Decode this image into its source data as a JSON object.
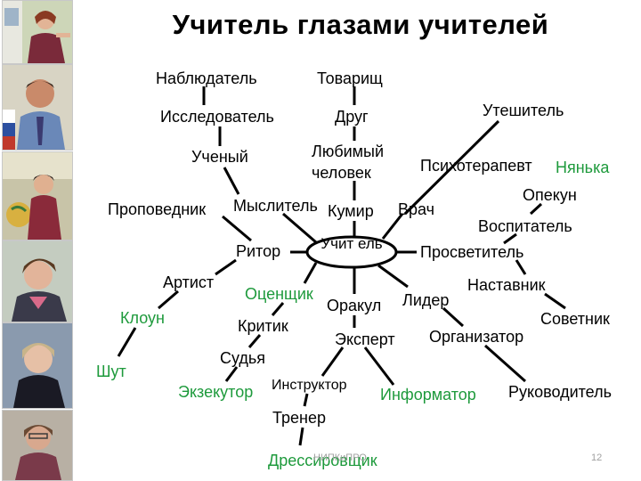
{
  "title": "Учитель глазами учителей",
  "center": "Учит ель",
  "footer": "НИПКиПРО",
  "page_number": "12",
  "colors": {
    "accent_green": "#1e9a3c",
    "line": "#000000"
  },
  "words": {
    "nablyudatel": "Наблюдатель",
    "issledovatel": "Исследователь",
    "ucheny": "Ученый",
    "propovednik": "Проповедник",
    "myslitel": "Мыслитель",
    "ritor": "Ритор",
    "artist": "Артист",
    "kloun": "Клоун",
    "shut": "Шут",
    "tovarishch": "Товарищ",
    "drug": "Друг",
    "lyubimy": "Любимый",
    "chelovek": "человек",
    "kumir": "Кумир",
    "vrach": "Врач",
    "uteshitel": "Утешитель",
    "psikhoterapevt": "Психотерапевт",
    "nyanka": "Нянька",
    "opekun": "Опекун",
    "vospitatel": "Воспитатель",
    "prosvetitel": "Просветитель",
    "nastavnik": "Наставник",
    "sovetnik": "Советник",
    "lider": "Лидер",
    "organizator": "Организатор",
    "rukovoditel": "Руководитель",
    "otsenshchik": "Оценщик",
    "kritik": "Критик",
    "sudya": "Судья",
    "ekzekutor": "Экзекутор",
    "orakul": "Оракул",
    "ekspert": "Эксперт",
    "instruktor": "Инструктор",
    "informator": "Информатор",
    "trener": "Тренер",
    "dressirovshchik": "Дрессировщик"
  }
}
